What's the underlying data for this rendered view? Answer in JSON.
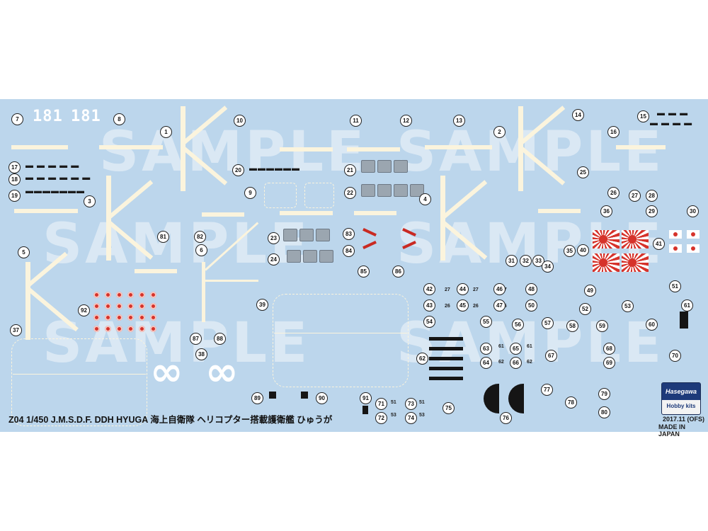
{
  "sheet": {
    "watermark": "SAMPLE",
    "title": "Z04  1/450  J.M.S.D.F. DDH HYUGA 海上自衛隊  ヘリコプター搭載護衛艦  ひゅうが",
    "brand_top": "Hasegawa",
    "brand_bottom": "Hobby kits",
    "date_code": "2017.11 (OFS)",
    "made_in": "MADE IN JAPAN",
    "hull_number": "181",
    "eight_glyph": "∞",
    "deck_marks": [
      "27",
      "27",
      "27",
      "26",
      "26",
      "26",
      "61",
      "61",
      "62",
      "62",
      "51",
      "51",
      "53",
      "53"
    ],
    "callouts": [
      "1",
      "2",
      "3",
      "4",
      "5",
      "6",
      "7",
      "8",
      "9",
      "10",
      "11",
      "12",
      "13",
      "14",
      "15",
      "16",
      "17",
      "18",
      "19",
      "20",
      "21",
      "22",
      "23",
      "24",
      "25",
      "26",
      "27",
      "28",
      "29",
      "30",
      "31",
      "32",
      "33",
      "34",
      "35",
      "36",
      "37",
      "38",
      "39",
      "40",
      "41",
      "42",
      "43",
      "44",
      "45",
      "46",
      "47",
      "48",
      "49",
      "50",
      "51",
      "52",
      "53",
      "54",
      "55",
      "56",
      "57",
      "58",
      "59",
      "60",
      "61",
      "62",
      "63",
      "64",
      "65",
      "66",
      "67",
      "68",
      "69",
      "70",
      "71",
      "72",
      "73",
      "74",
      "75",
      "76",
      "77",
      "78",
      "79",
      "80",
      "81",
      "82",
      "83",
      "84",
      "85",
      "86",
      "87",
      "88",
      "89",
      "90",
      "91",
      "92"
    ]
  },
  "colors": {
    "sheet_background": "#bcd6ec",
    "decal_white": "#fbf4dd",
    "decal_red": "#d6332b",
    "decal_black": "#151515"
  }
}
